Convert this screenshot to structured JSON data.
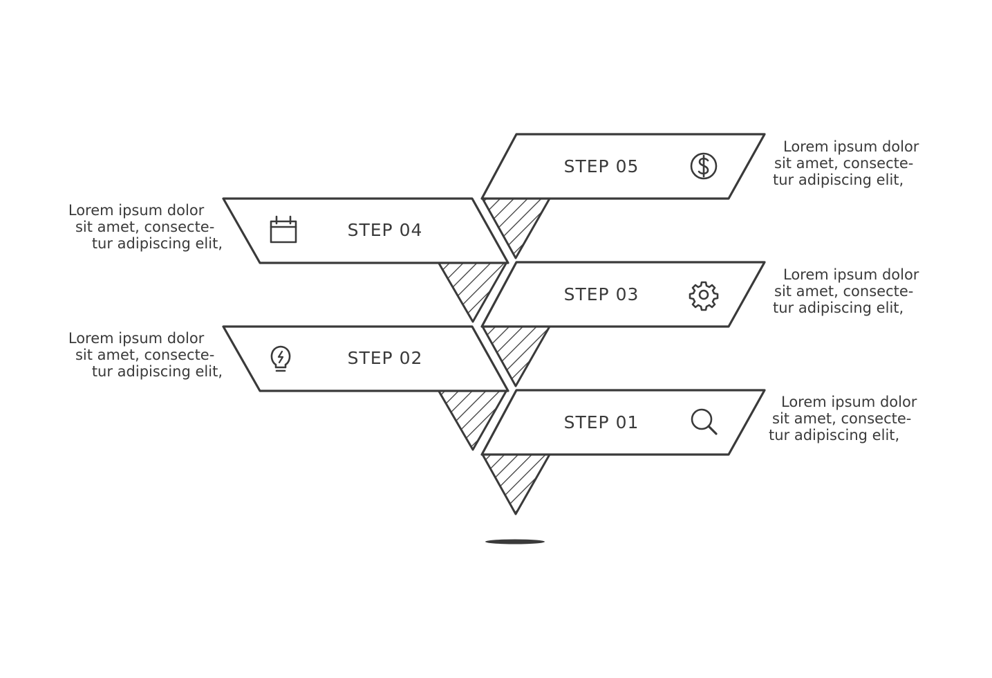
{
  "colors": {
    "ink": "#3a3a3a",
    "background": "#ffffff"
  },
  "steps": [
    {
      "label": "STEP 01",
      "icon": "magnifier-icon",
      "desc": [
        "Lorem ipsum dolor",
        "sit amet, consecte-",
        "tur adipiscing elit,"
      ]
    },
    {
      "label": "STEP 02",
      "icon": "lightbulb-icon",
      "desc": [
        "Lorem ipsum dolor",
        "sit amet, consecte-",
        "tur adipiscing elit,"
      ]
    },
    {
      "label": "STEP 03",
      "icon": "gear-icon",
      "desc": [
        "Lorem ipsum dolor",
        "sit amet, consecte-",
        "tur adipiscing elit,"
      ]
    },
    {
      "label": "STEP 04",
      "icon": "calendar-icon",
      "desc": [
        "Lorem ipsum dolor",
        "sit amet, consecte-",
        "tur adipiscing elit,"
      ]
    },
    {
      "label": "STEP 05",
      "icon": "dollar-coin-icon",
      "desc": [
        "Lorem ipsum dolor",
        "sit amet, consecte-",
        "tur adipiscing elit,"
      ]
    }
  ]
}
